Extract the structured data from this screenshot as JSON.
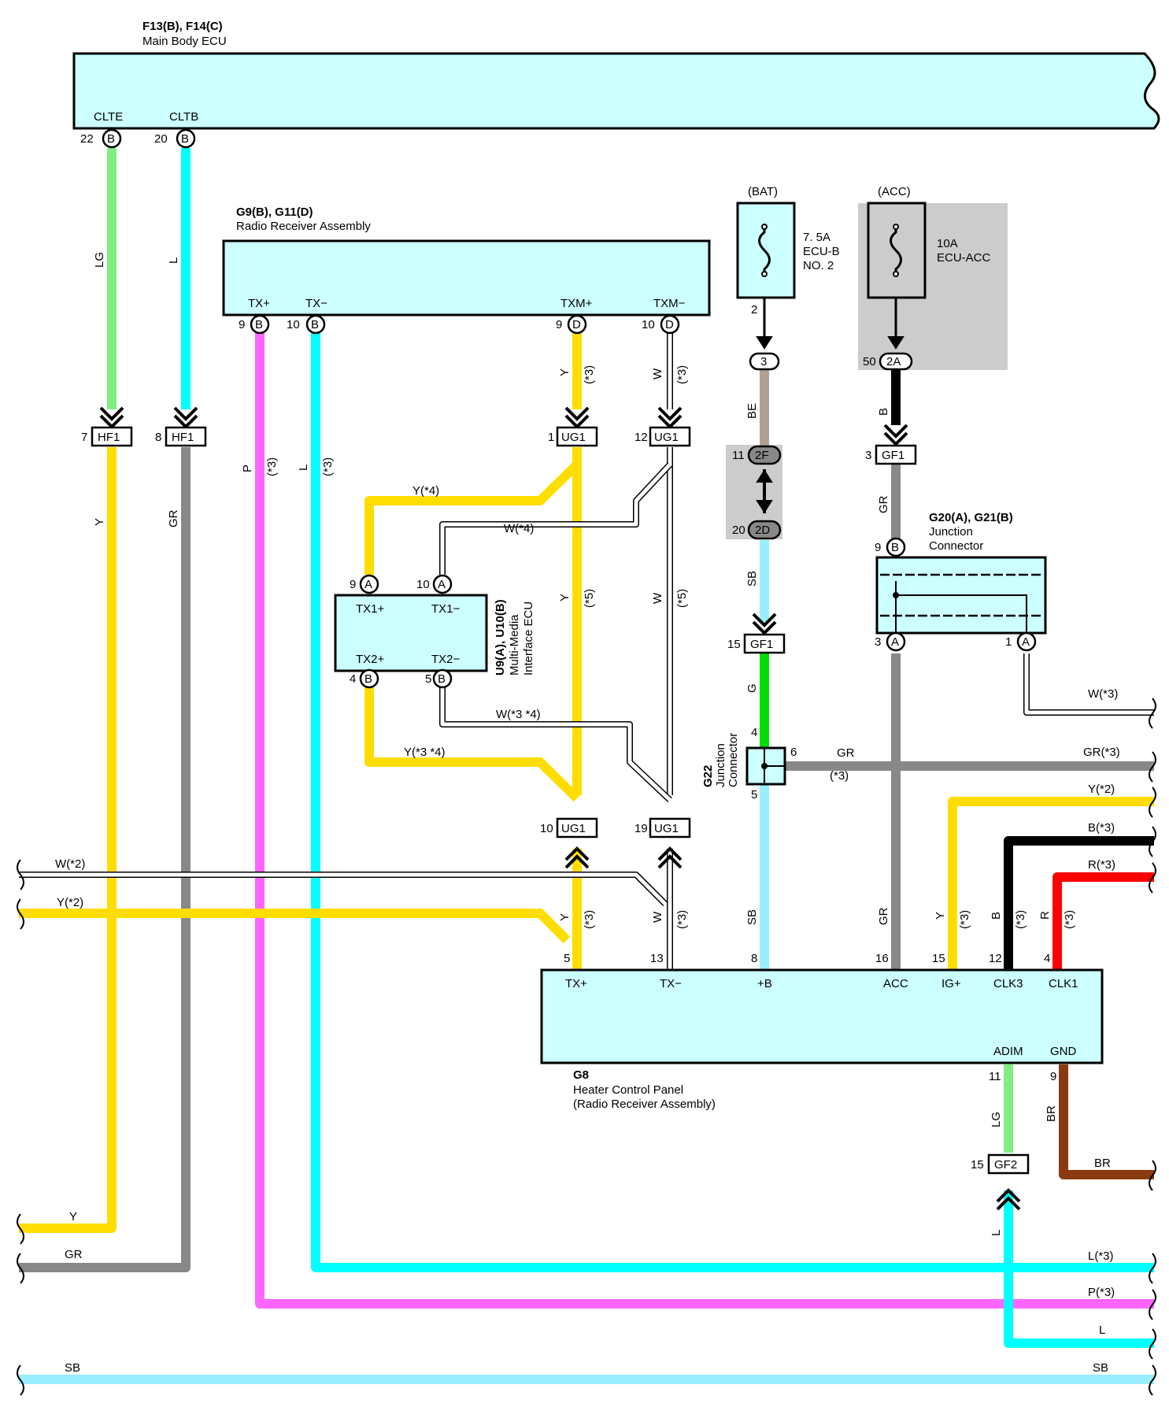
{
  "components": {
    "main_body_ecu": {
      "code": "F13(B), F14(C)",
      "name": "Main Body ECU"
    },
    "radio_receiver": {
      "code": "G9(B), G11(D)",
      "name": "Radio Receiver Assembly"
    },
    "multimedia_ecu": {
      "code": "U9(A), U10(B)",
      "name_line1": "Multi-Media",
      "name_line2": "Interface ECU"
    },
    "junction_g20": {
      "code": "G20(A), G21(B)",
      "name_line1": "Junction",
      "name_line2": "Connector"
    },
    "junction_g22": {
      "code": "G22",
      "name_line1": "Junction",
      "name_line2": "Connector"
    },
    "heater_panel": {
      "code": "G8",
      "name_line1": "Heater Control Panel",
      "name_line2": "(Radio Receiver Assembly)"
    }
  },
  "fuses": {
    "bat": {
      "source": "(BAT)",
      "line1": "7. 5A",
      "line2": "ECU-B",
      "line3": "NO. 2"
    },
    "acc": {
      "source": "(ACC)",
      "line1": "10A",
      "line2": "ECU-ACC"
    }
  },
  "terminals": {
    "clte": "CLTE",
    "cltb": "CLTB",
    "tx_plus": "TX+",
    "tx_minus": "TX−",
    "txm_plus": "TXM+",
    "txm_minus": "TXM−",
    "tx1_plus": "TX1+",
    "tx1_minus": "TX1−",
    "tx2_plus": "TX2+",
    "tx2_minus": "TX2−",
    "g8_tx_plus": "TX+",
    "g8_tx_minus": "TX−",
    "g8_b": "+B",
    "g8_acc": "ACC",
    "g8_ig": "IG+",
    "g8_clk3": "CLK3",
    "g8_clk1": "CLK1",
    "g8_adim": "ADIM",
    "g8_gnd": "GND"
  },
  "pins": {
    "p22": "22",
    "p20": "20",
    "p9": "9",
    "p10": "10",
    "p9d": "9",
    "p10d": "10",
    "p2": "2",
    "p50": "50",
    "p7": "7",
    "p8": "8",
    "p1": "1",
    "p12": "12",
    "p3gf": "3",
    "p11": "11",
    "p20d": "20",
    "p9b": "9",
    "p9a": "9",
    "p10a": "10",
    "p15gf1": "15",
    "p3a": "3",
    "p1a": "1",
    "p4b": "4",
    "p5b": "5",
    "p4": "4",
    "p6": "6",
    "p5": "5",
    "p10ug": "10",
    "p19ug": "19",
    "p5g8": "5",
    "p13g8": "13",
    "p8g8": "8",
    "p16g8": "16",
    "p15g8": "15",
    "p12g8": "12",
    "p4g8": "4",
    "p11g8": "11",
    "p9g8": "9",
    "p15gf2": "15"
  },
  "pin_letters": {
    "b": "B",
    "d": "D",
    "a": "A"
  },
  "connectors": {
    "hf1": "HF1",
    "ug1": "UG1",
    "gf1": "GF1",
    "gf2": "GF2",
    "c3": "3",
    "c2a": "2A",
    "c2f": "2F",
    "c2d": "2D"
  },
  "wire_labels": {
    "lg": "LG",
    "l": "L",
    "y": "Y",
    "gr": "GR",
    "p": "P",
    "star3": "(*3)",
    "star5": "(*5)",
    "w": "W",
    "be": "BE",
    "b": "B",
    "sb": "SB",
    "g": "G",
    "r": "R",
    "br": "BR",
    "y_star4": "Y(*4)",
    "w_star4": "W(*4)",
    "w_star34": "W(*3 *4)",
    "y_star34": "Y(*3 *4)",
    "w_star2": "W(*2)",
    "y_star2": "Y(*2)",
    "r_w3": "W(*3)",
    "r_gr3": "GR(*3)",
    "r_y2": "Y(*2)",
    "r_b3": "B(*3)",
    "r_r3": "R(*3)",
    "r_br": "BR",
    "r_l3": "L(*3)",
    "r_p3": "P(*3)",
    "r_l": "L",
    "r_sb": "SB",
    "l_y": "Y",
    "l_gr": "GR",
    "l_sb": "SB",
    "gr_mid": "GR",
    "star3_mid": "(*3)"
  },
  "wire_colors": {
    "LG": "#80ee80",
    "L": "#00ffff",
    "Y": "#ffdd00",
    "GR": "#888888",
    "P": "#ff66ff",
    "W": "#ffffff",
    "BE": "#b0a090",
    "B": "#000000",
    "SB": "#99eeff",
    "G": "#00dd00",
    "R": "#ff0000",
    "BR": "#8b3a0f",
    "box": "#ccffff",
    "shade": "#cccccc"
  }
}
